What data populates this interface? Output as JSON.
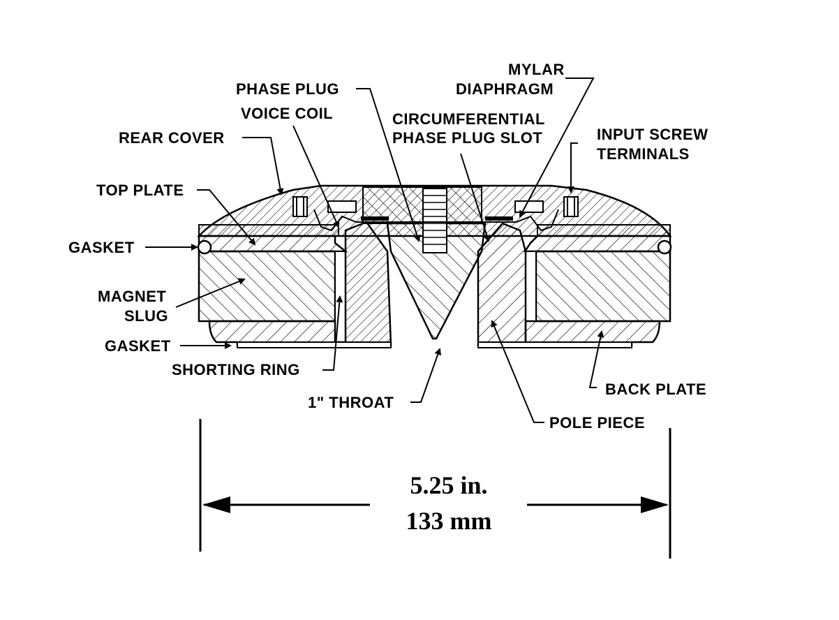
{
  "labels": {
    "mylar_line1": "MYLAR",
    "mylar_line2": "DIAPHRAGM",
    "phase_plug": "PHASE PLUG",
    "voice_coil": "VOICE COIL",
    "circ_line1": "CIRCUMFERENTIAL",
    "circ_line2": "PHASE PLUG SLOT",
    "rear_cover": "REAR COVER",
    "input_line1": "INPUT SCREW",
    "input_line2": "TERMINALS",
    "top_plate": "TOP PLATE",
    "gasket_upper": "GASKET",
    "magnet_line1": "MAGNET",
    "magnet_line2": "SLUG",
    "gasket_lower": "GASKET",
    "shorting_ring": "SHORTING RING",
    "back_plate": "BACK PLATE",
    "throat": "1\" THROAT",
    "pole_piece": "POLE PIECE"
  },
  "dimension": {
    "inches": "5.25 in.",
    "mm": "133 mm"
  }
}
